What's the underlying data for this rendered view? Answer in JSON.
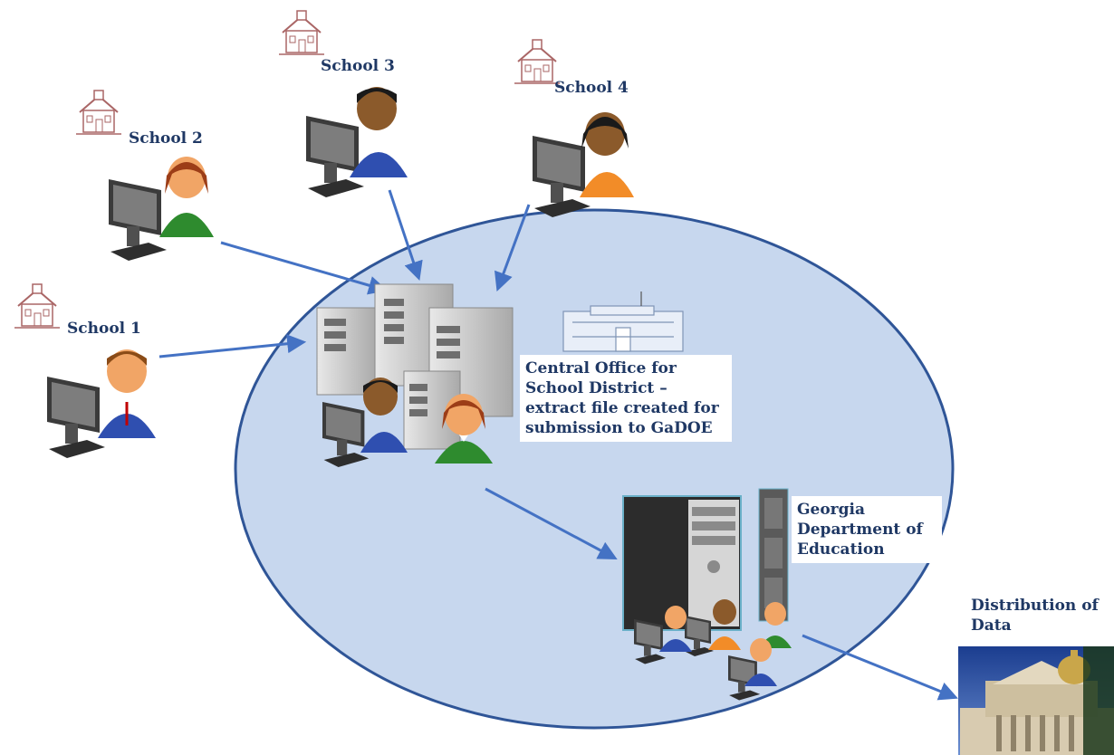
{
  "schools": [
    {
      "name": "School 1"
    },
    {
      "name": "School 2"
    },
    {
      "name": "School 3"
    },
    {
      "name": "School 4"
    }
  ],
  "central_office": {
    "lines": [
      "Central Office for",
      "School District –",
      "extract file created for",
      "submission to GaDOE"
    ]
  },
  "gadoe": {
    "lines": [
      "Georgia",
      "Department of",
      "Education"
    ]
  },
  "distribution": {
    "lines": [
      "Distribution of",
      "Data"
    ]
  },
  "colors": {
    "ellipse_fill": "#c7d7ee",
    "ellipse_stroke": "#2f5597",
    "arrow": "#4472c4",
    "label_text": "#1f3864"
  },
  "icons": [
    "schoolhouse-icon",
    "workstation-user-icon",
    "server-cluster-icon",
    "office-building-icon",
    "desktop-tower-icon",
    "capitol-photo"
  ]
}
